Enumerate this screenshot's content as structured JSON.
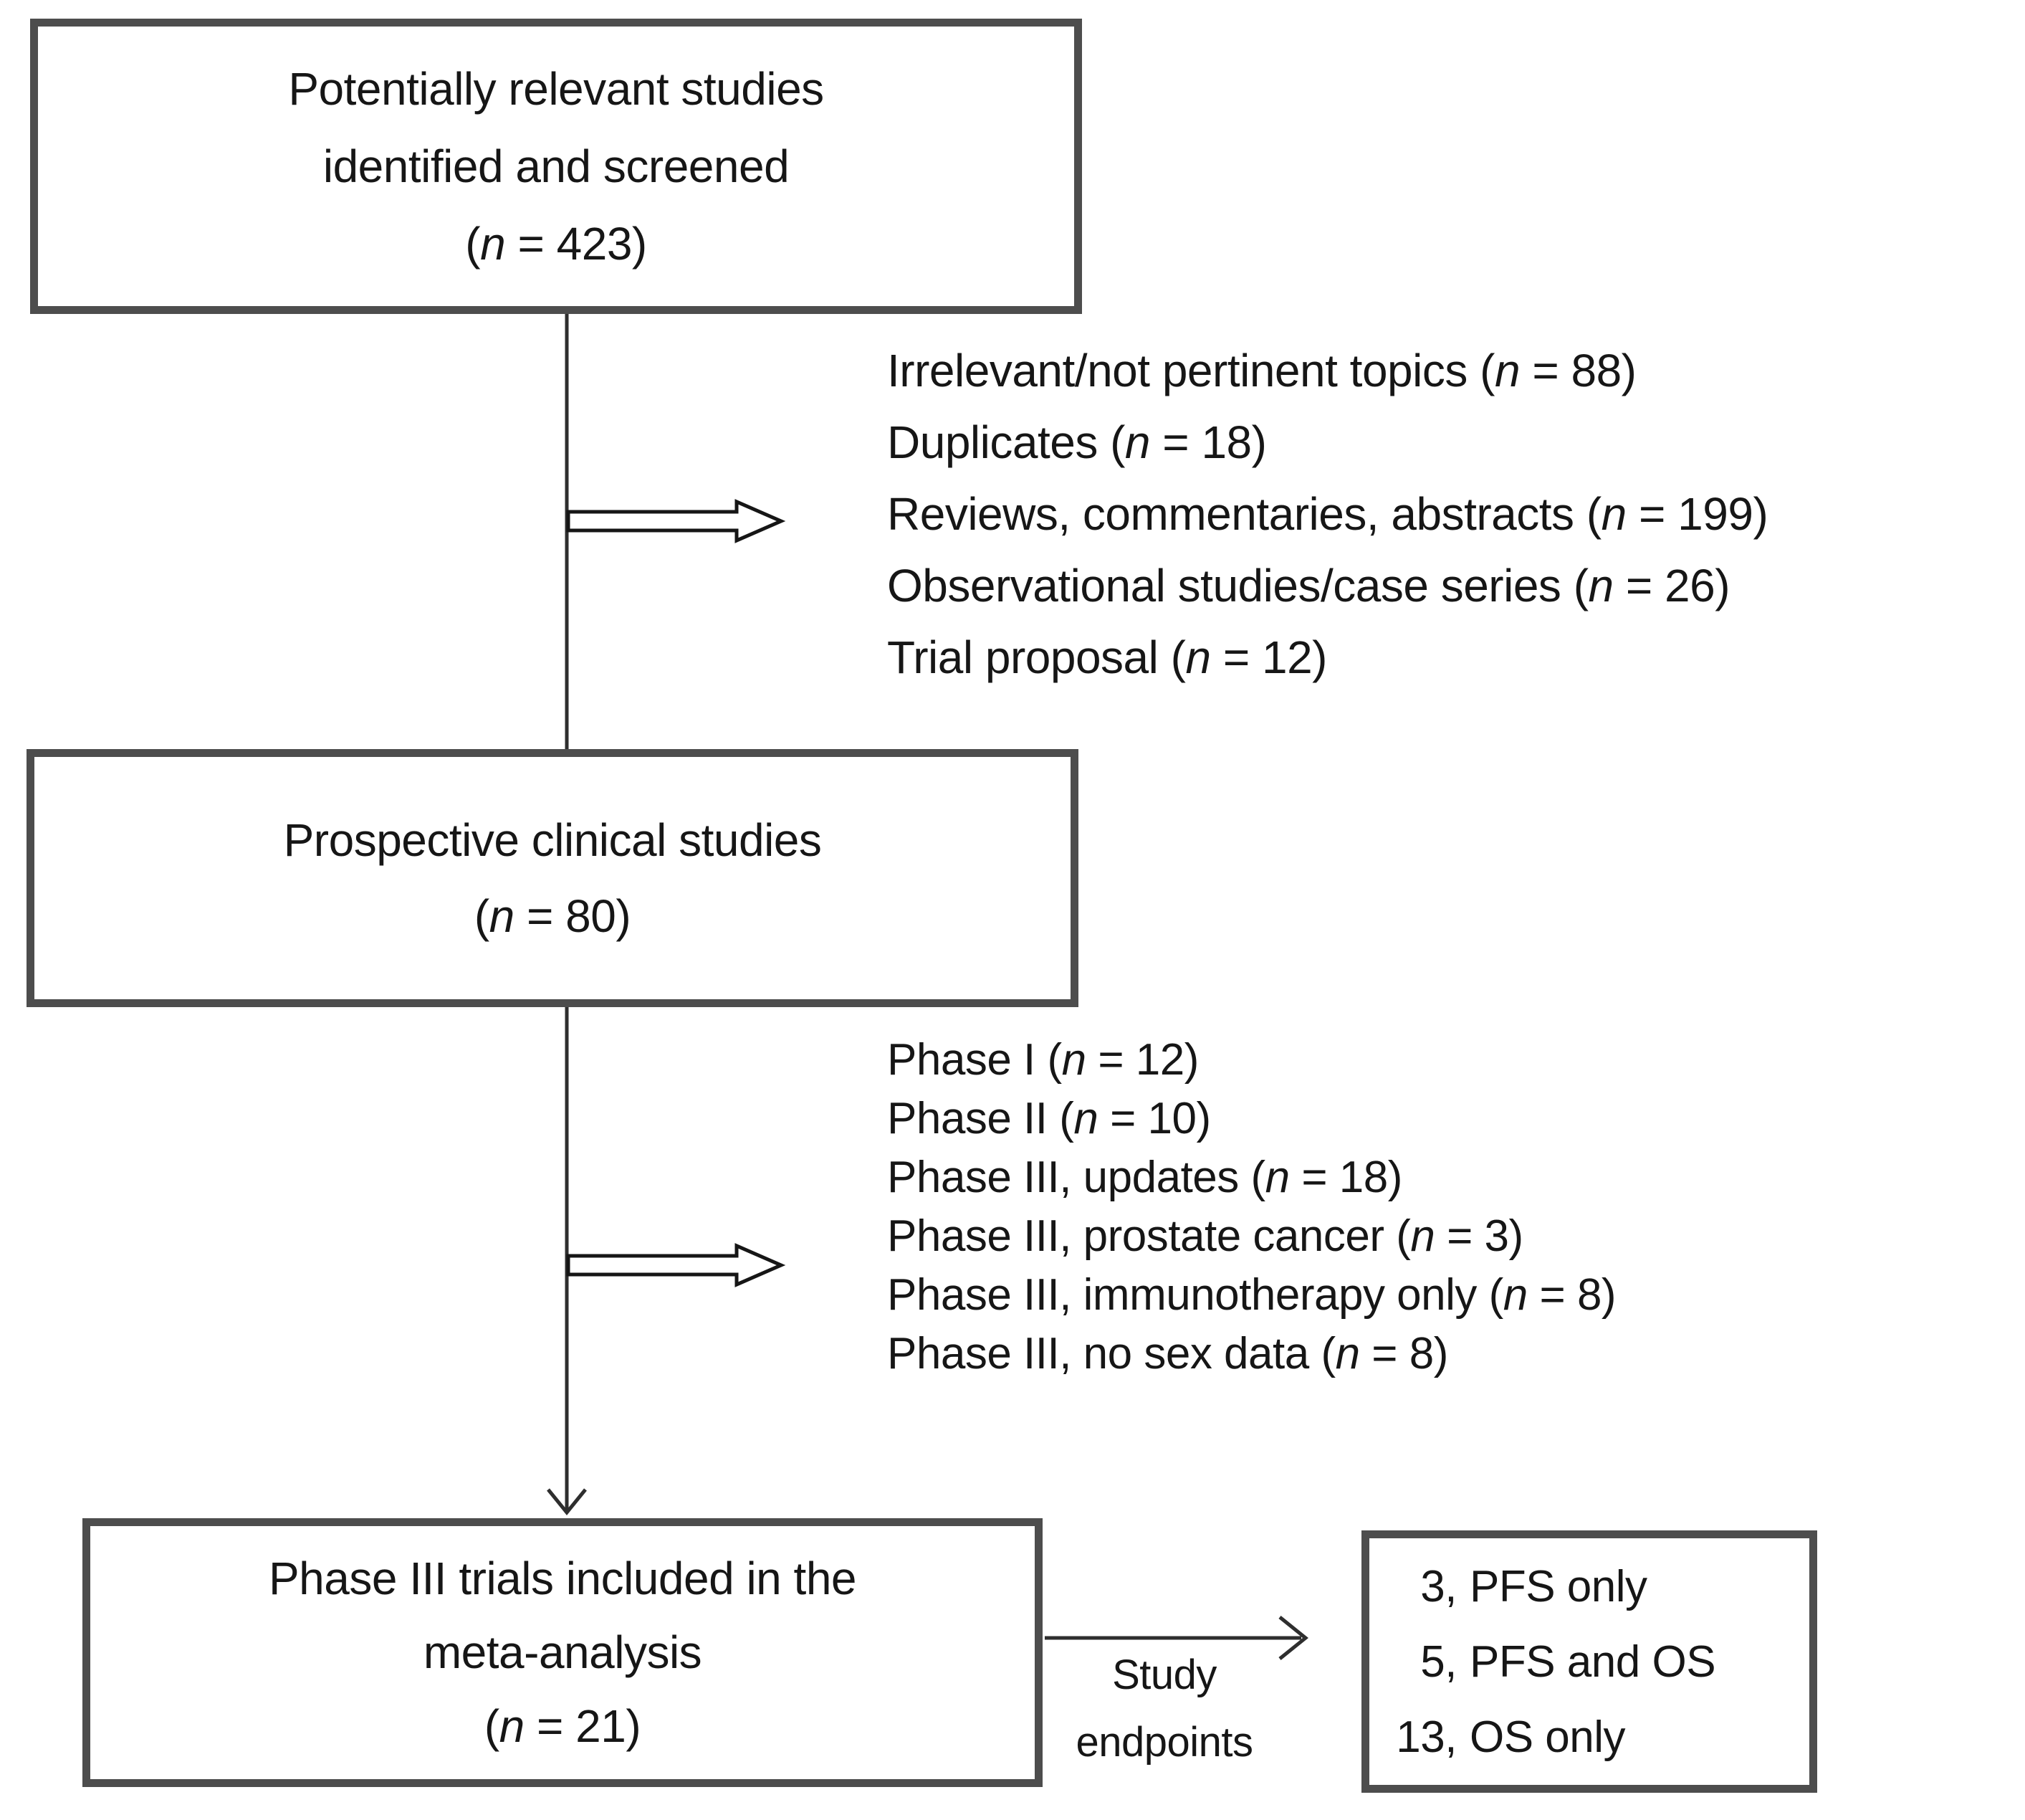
{
  "colors": {
    "background": "#ffffff",
    "box_border": "#4d4d4d",
    "connector": "#2e2e2e",
    "text": "#161616"
  },
  "boxes": {
    "screening": {
      "lines": [
        "Potentially relevant studies",
        "identified and screened",
        "(n = 423)"
      ]
    },
    "prospective": {
      "lines": [
        "Prospective clinical studies",
        "(n = 80)"
      ]
    },
    "included": {
      "lines": [
        "Phase III trials included in the",
        "meta-analysis",
        "(n = 21)"
      ]
    },
    "endpoints": {
      "items": [
        {
          "num": "3,",
          "label": "PFS only"
        },
        {
          "num": "5,",
          "label": "PFS and OS"
        },
        {
          "num": "13,",
          "label": "OS only"
        }
      ]
    }
  },
  "exclusions_screening": {
    "items": [
      "Irrelevant/not pertinent topics (n = 88)",
      "Duplicates (n = 18)",
      "Reviews, commentaries, abstracts (n = 199)",
      "Observational studies/case series (n = 26)",
      "Trial proposal (n = 12)"
    ]
  },
  "exclusions_phase": {
    "items": [
      "Phase I (n = 12)",
      "Phase II (n = 10)",
      "Phase III, updates (n = 18)",
      "Phase III, prostate cancer (n = 3)",
      "Phase III, immunotherapy only (n = 8)",
      "Phase III, no sex data (n = 8)"
    ]
  },
  "endpoint_arrow": {
    "line1": "Study",
    "line2": "endpoints"
  }
}
